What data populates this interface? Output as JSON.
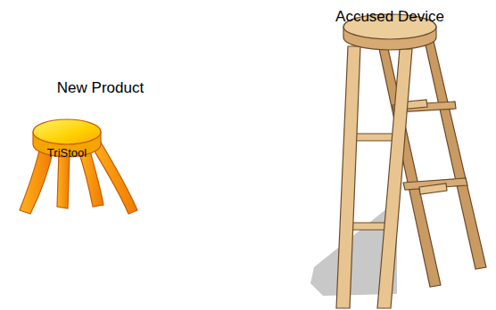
{
  "diagram": {
    "nodes": [
      {
        "text": [
          "New Product",
          "TriStool"
        ]
      },
      {
        "text": [
          "Accused Device"
        ]
      }
    ]
  }
}
